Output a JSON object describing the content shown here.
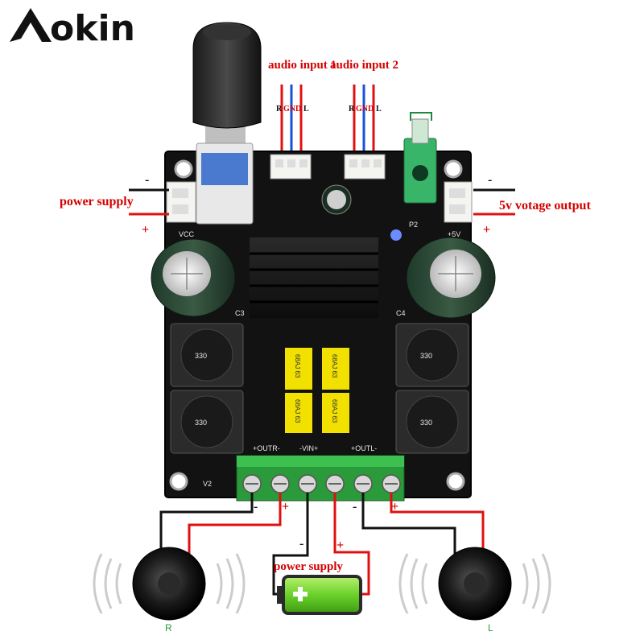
{
  "brand": {
    "name": "okin"
  },
  "labels": {
    "audio_input_1": "audio input 1",
    "audio_input_2": "audio input 2",
    "pin_r": "R",
    "pin_gnd": "GND",
    "pin_l": "L",
    "power_supply_left": "power supply",
    "output_5v": "5v votage output",
    "power_supply_bottom": "power supply",
    "speaker_right": "R",
    "speaker_left": "L",
    "minus": "-",
    "plus": "+"
  },
  "silkscreen": {
    "vcc": "VCC",
    "plus5v": "+5V",
    "terminal_outr": "+OUTR-",
    "terminal_vin": "-VIN+",
    "terminal_outl": "+OUTL-",
    "version": "V2",
    "inductor_value": "330",
    "cap_value": "68AJ 63",
    "c3": "C3",
    "c4": "C4",
    "p2": "P2"
  },
  "colors": {
    "board": "#121212",
    "label_red": "#d40000",
    "wire_red": "#e01010",
    "wire_blue": "#1a4fd8",
    "terminal_green": "#2a9a3a",
    "cap_yellow": "#f2e000",
    "battery_green": "#6ad12a"
  }
}
